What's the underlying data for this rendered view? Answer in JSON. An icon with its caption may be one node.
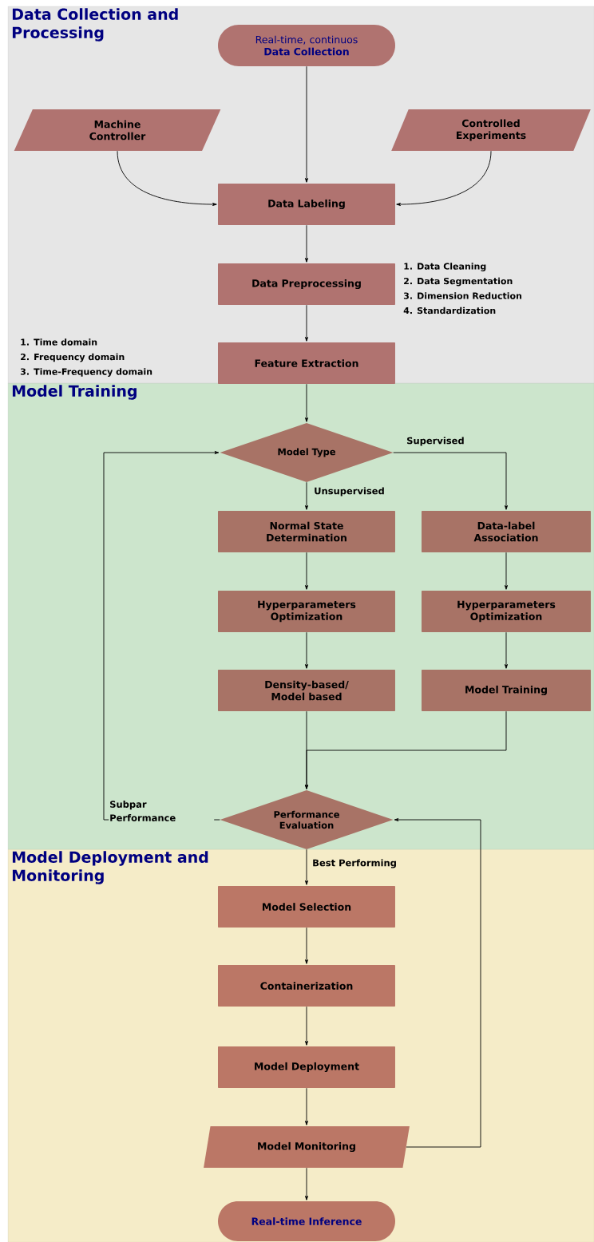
{
  "diagram": {
    "nodes": [
      {
        "text": [
          "Data Collection and Processing"
        ]
      },
      {
        "text": [
          "Real-time, continuos",
          "Data Collection"
        ],
        "in": 0
      },
      {
        "text": [
          "Machine Controller"
        ],
        "in": 0
      },
      {
        "text": [
          "Controlled Experiments"
        ],
        "in": 0
      },
      {
        "text": [
          "Data Labeling"
        ],
        "in": 0
      },
      {
        "text": [
          "Data Preprocessing"
        ],
        "in": 0,
        "beside": [
          "1. Data Cleaning",
          "2. Data Segmentation",
          "3. Dimension Reduction",
          "4. Standardization"
        ]
      },
      {
        "text": [
          "Feature Extraction"
        ],
        "in": 0,
        "beside": [
          "1. Time domain",
          "2. Frequency domain",
          "3. Time-Frequency domain"
        ]
      },
      {
        "text": [
          "Model Training"
        ]
      },
      {
        "text": [
          "Model Type"
        ],
        "in": 7
      },
      {
        "text": [
          "Normal State Determination"
        ],
        "in": 7
      },
      {
        "text": [
          "Data-label Association"
        ],
        "in": 7
      },
      {
        "text": [
          "Hyperparameters Optimization"
        ],
        "in": 7
      },
      {
        "text": [
          "Hyperparameters Optimization"
        ],
        "in": 7
      },
      {
        "text": [
          "Density-based/ Model based"
        ],
        "in": 7
      },
      {
        "text": [
          "Model Training"
        ],
        "in": 7
      },
      {
        "text": [
          "Performance Evaluation"
        ],
        "in": 7
      },
      {
        "text": [
          "Model Deployment and Monitoring"
        ]
      },
      {
        "text": [
          "Model Selection"
        ],
        "in": 16
      },
      {
        "text": [
          "Containerization"
        ],
        "in": 16
      },
      {
        "text": [
          "Model Deployment"
        ],
        "in": 16
      },
      {
        "text": [
          "Model Monitoring"
        ],
        "in": 16
      },
      {
        "text": [
          "Real-time Inference"
        ],
        "in": 16
      }
    ],
    "edges": [
      {
        "from": 1,
        "to": 4,
        "arrow": "to"
      },
      {
        "from": 2,
        "to": 4,
        "arrow": "to"
      },
      {
        "from": 3,
        "to": 4,
        "arrow": "to"
      },
      {
        "from": 4,
        "to": 5,
        "arrow": "to"
      },
      {
        "from": 5,
        "to": 6,
        "arrow": "to"
      },
      {
        "from": 6,
        "to": 8,
        "arrow": "to"
      },
      {
        "from": 8,
        "to": 9,
        "arrow": "to",
        "label": "Unsupervised"
      },
      {
        "from": 8,
        "to": 10,
        "arrow": "to",
        "label": "Supervised"
      },
      {
        "from": 9,
        "to": 11,
        "arrow": "to"
      },
      {
        "from": 10,
        "to": 12,
        "arrow": "to"
      },
      {
        "from": 11,
        "to": 13,
        "arrow": "to"
      },
      {
        "from": 12,
        "to": 14,
        "arrow": "to"
      },
      {
        "from": 13,
        "to": 15,
        "arrow": "to"
      },
      {
        "from": 14,
        "to": 15,
        "arrow": "to"
      },
      {
        "from": 15,
        "to": 8,
        "arrow": "to",
        "label": "Subpar Performance"
      },
      {
        "from": 15,
        "to": 17,
        "arrow": "to",
        "label": "Best Performing"
      },
      {
        "from": 17,
        "to": 18,
        "arrow": "to"
      },
      {
        "from": 18,
        "to": 19,
        "arrow": "to"
      },
      {
        "from": 19,
        "to": 20,
        "arrow": "to"
      },
      {
        "from": 20,
        "to": 15,
        "arrow": "to"
      },
      {
        "from": 20,
        "to": 21,
        "arrow": "to"
      }
    ]
  }
}
